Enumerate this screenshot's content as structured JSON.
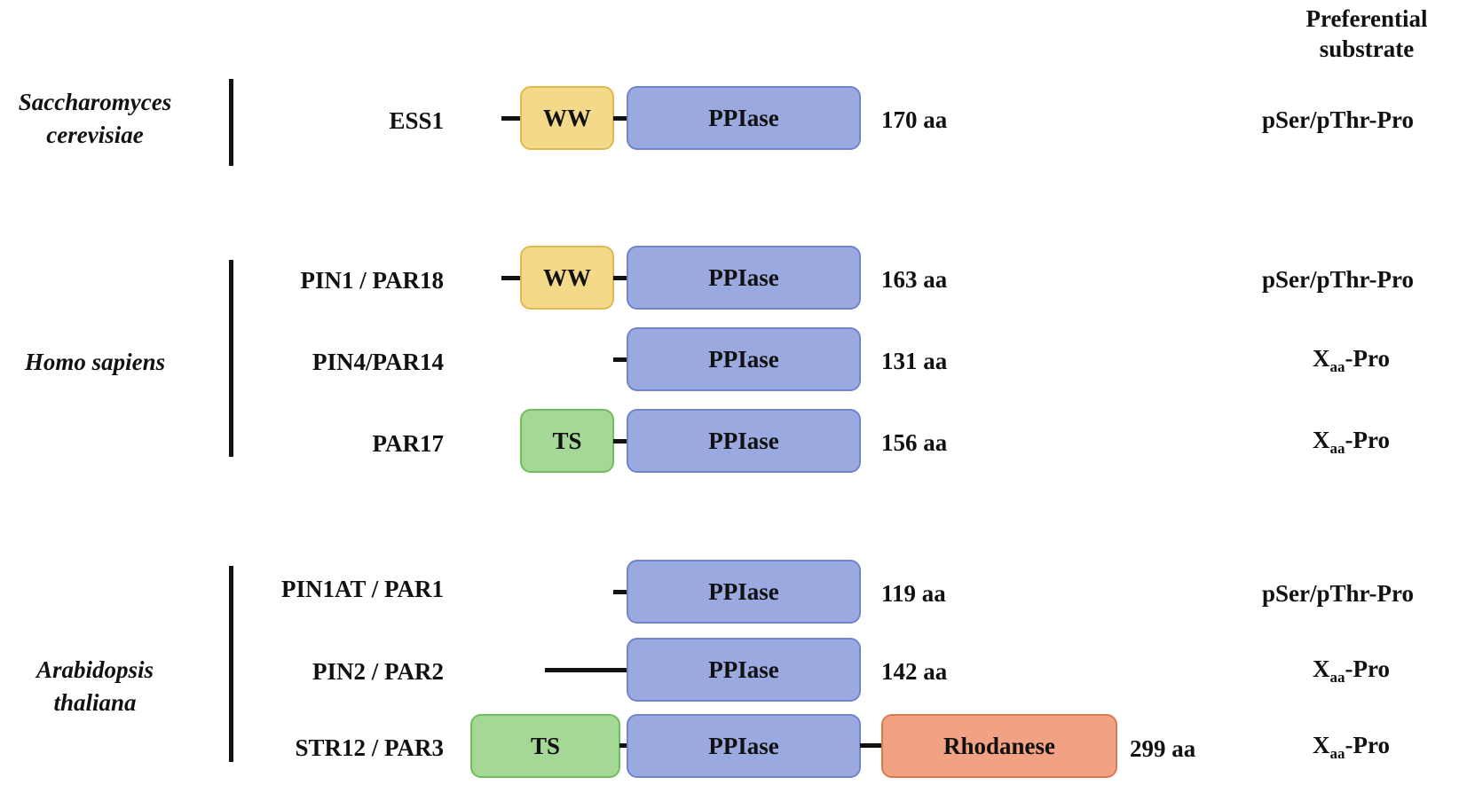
{
  "header": {
    "substrate_line1": "Preferential",
    "substrate_line2": "substrate"
  },
  "species": {
    "yeast": {
      "line1": "Saccharomyces",
      "line2": "cerevisiae"
    },
    "human": {
      "line1": "Homo sapiens"
    },
    "plant": {
      "line1": "Arabidopsis",
      "line2": "thaliana"
    }
  },
  "proteins": [
    {
      "name": "ESS1",
      "domains": [
        "WW",
        "PPIase"
      ],
      "length": "170 aa",
      "substrate": "pSer/pThr-Pro"
    },
    {
      "name": "PIN1 / PAR18",
      "domains": [
        "WW",
        "PPIase"
      ],
      "length": "163 aa",
      "substrate": "pSer/pThr-Pro"
    },
    {
      "name": "PIN4/PAR14",
      "domains": [
        "PPIase"
      ],
      "length": "131 aa",
      "substrate_x": "X",
      "substrate_sub": "aa",
      "substrate_rest": "-Pro"
    },
    {
      "name": "PAR17",
      "domains": [
        "TS",
        "PPIase"
      ],
      "length": "156 aa",
      "substrate_x": "X",
      "substrate_sub": "aa",
      "substrate_rest": "-Pro"
    },
    {
      "name": "PIN1AT / PAR1",
      "domains": [
        "PPIase"
      ],
      "length": "119 aa",
      "substrate": "pSer/pThr-Pro"
    },
    {
      "name": "PIN2 / PAR2",
      "domains": [
        "PPIase"
      ],
      "length": "142 aa",
      "substrate_x": "X",
      "substrate_sub": "aa",
      "substrate_rest": "-Pro"
    },
    {
      "name": "STR12 / PAR3",
      "domains": [
        "TS",
        "PPIase",
        "Rhodanese"
      ],
      "length": "299 aa",
      "substrate_x": "X",
      "substrate_sub": "aa",
      "substrate_rest": "-Pro"
    }
  ],
  "colors": {
    "ww": "#f5d98a",
    "ppiase": "#9aaae0",
    "ts": "#a5d896",
    "rhodanese": "#f0a283"
  }
}
